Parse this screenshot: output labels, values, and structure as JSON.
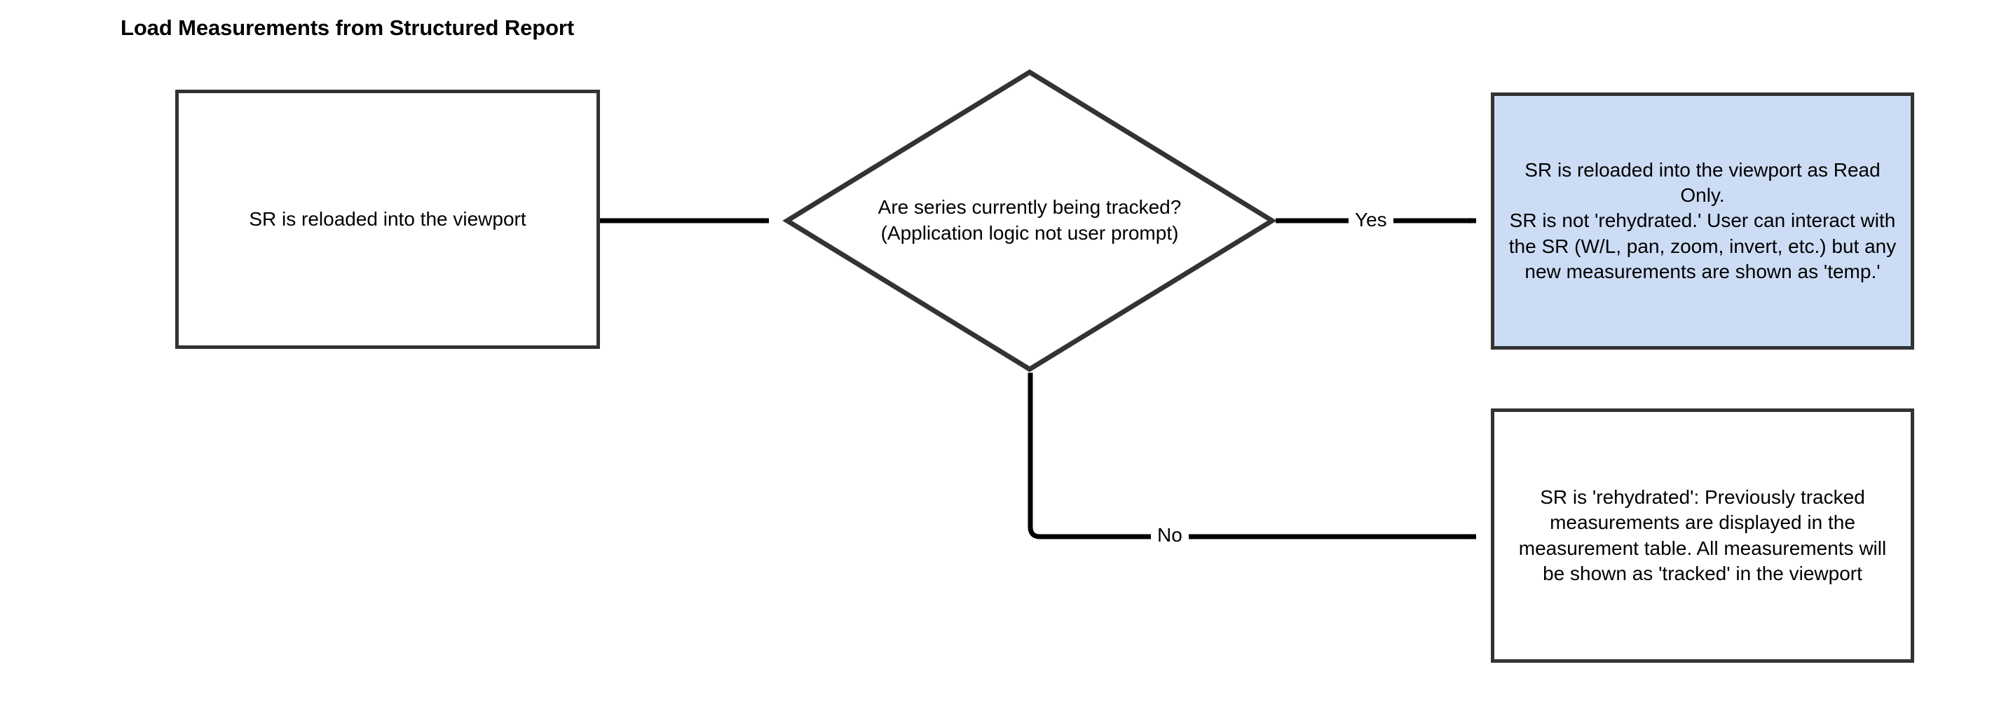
{
  "diagram": {
    "title": "Load Measurements from Structured Report",
    "type": "flowchart",
    "colors": {
      "stroke": "#333333",
      "edge": "#000000",
      "node_fill_default": "#ffffff",
      "node_fill_highlight": "#ccdcf5",
      "text": "#000000",
      "background": "#ffffff"
    },
    "nodes": {
      "start": {
        "id": "sr-reloaded",
        "shape": "rectangle",
        "text": "SR is reloaded into the viewport"
      },
      "decision": {
        "id": "series-tracked-decision",
        "shape": "diamond",
        "text": "Are series currently being tracked?\n(Application logic not user prompt)"
      },
      "yes_outcome": {
        "id": "read-only-outcome",
        "shape": "rectangle",
        "text": "SR is reloaded into the viewport as Read Only.\nSR is not 'rehydrated.' User can interact with the SR (W/L, pan, zoom, invert, etc.) but any new measurements are shown as 'temp.'"
      },
      "no_outcome": {
        "id": "rehydrated-outcome",
        "shape": "rectangle",
        "text": "SR is 'rehydrated': Previously tracked measurements are displayed in the measurement table. All measurements will be shown as 'tracked' in the viewport"
      }
    },
    "edges": [
      {
        "from": "sr-reloaded",
        "to": "series-tracked-decision",
        "label": ""
      },
      {
        "from": "series-tracked-decision",
        "to": "read-only-outcome",
        "label": "Yes"
      },
      {
        "from": "series-tracked-decision",
        "to": "rehydrated-outcome",
        "label": "No"
      }
    ]
  }
}
